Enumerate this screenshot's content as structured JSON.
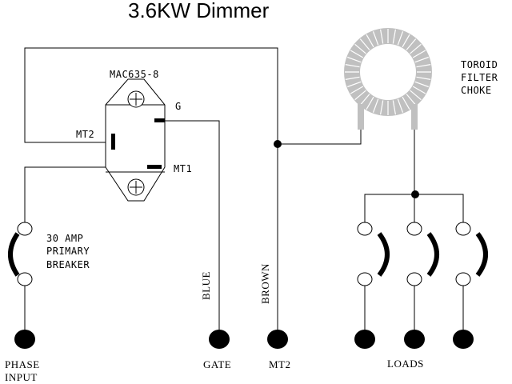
{
  "title": "3.6KW Dimmer",
  "triac": {
    "part_number": "MAC635-8",
    "pin_g": "G",
    "pin_mt2": "MT2",
    "pin_mt1": "MT1"
  },
  "choke": {
    "line1": "TOROID",
    "line2": "FILTER",
    "line3": "CHOKE",
    "color": "#c0c0c0"
  },
  "breaker": {
    "line1": "30 AMP",
    "line2": "PRIMARY",
    "line3": "BREAKER"
  },
  "wires": {
    "blue": "BLUE",
    "brown": "BROWN"
  },
  "terminals": {
    "phase_line1": "PHASE",
    "phase_line2": "INPUT",
    "gate": "GATE",
    "mt2": "MT2",
    "loads": "LOADS"
  }
}
